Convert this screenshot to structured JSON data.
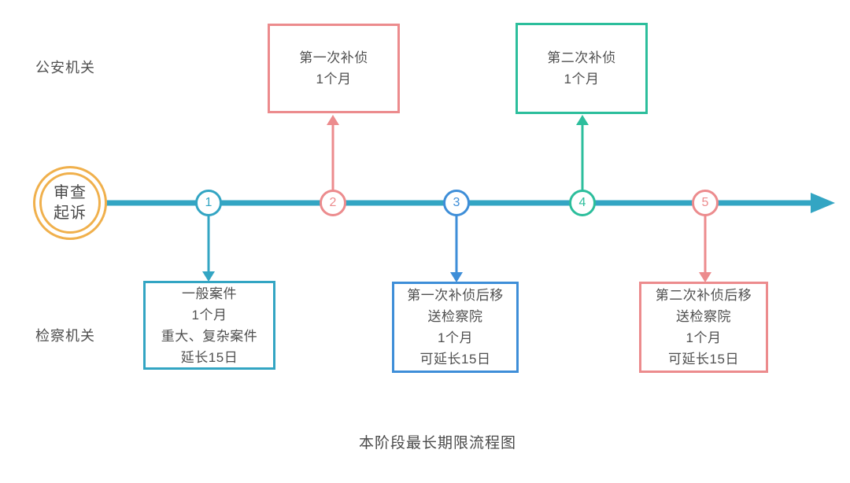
{
  "caption": "本阶段最长期限流程图",
  "lane_labels": {
    "top": "公安机关",
    "bottom": "检察机关"
  },
  "start_node": {
    "lines": [
      "审查",
      "起诉"
    ]
  },
  "timeline_points": [
    {
      "num": "1",
      "color": "#33a5c3",
      "branch": "down"
    },
    {
      "num": "2",
      "color": "#ec8b8d",
      "branch": "up"
    },
    {
      "num": "3",
      "color": "#3e8ed8",
      "branch": "down"
    },
    {
      "num": "4",
      "color": "#2cbe9c",
      "branch": "up"
    },
    {
      "num": "5",
      "color": "#ec8b8d",
      "branch": "down"
    }
  ],
  "top_boxes": [
    {
      "lines": [
        "第一次补侦",
        "1个月"
      ],
      "border_color": "#ec8b8d"
    },
    {
      "lines": [
        "第二次补侦",
        "1个月"
      ],
      "border_color": "#2cbe9c"
    }
  ],
  "bottom_boxes": [
    {
      "lines": [
        "一般案件",
        "1个月",
        "重大、复杂案件",
        "延长15日"
      ],
      "border_color": "#33a5c3"
    },
    {
      "lines": [
        "第一次补侦后移",
        "送检察院",
        "1个月",
        "可延长15日"
      ],
      "border_color": "#3e8ed8"
    },
    {
      "lines": [
        "第二次补侦后移",
        "送检察院",
        "1个月",
        "可延长15日"
      ],
      "border_color": "#ec8b8d"
    }
  ],
  "colors": {
    "timeline_teal": "#33a5c3",
    "pink": "#ec8b8d",
    "green": "#2cbe9c",
    "blue": "#3e8ed8",
    "start_node_orange": "#f0b04c",
    "text": "#4f4f4f",
    "background": "#ffffff"
  }
}
